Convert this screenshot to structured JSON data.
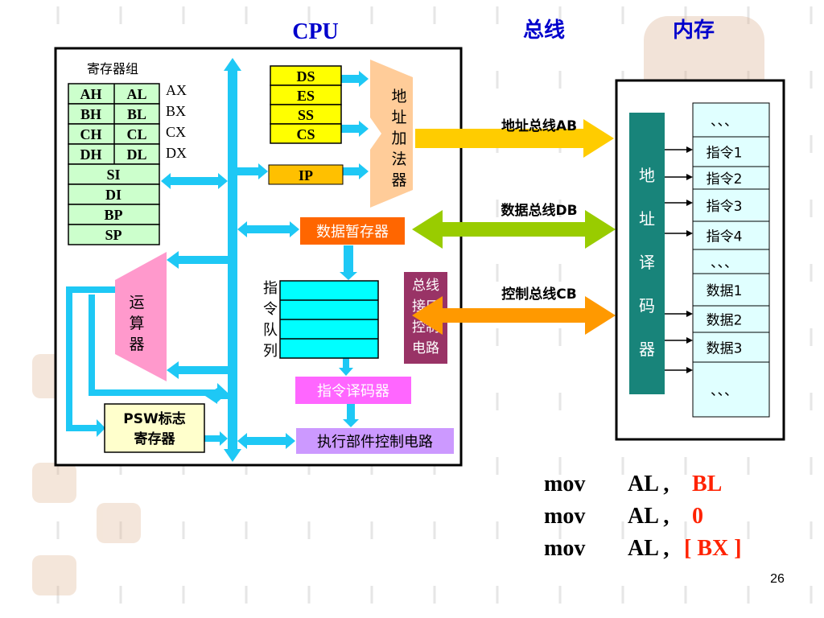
{
  "header": {
    "cpu": "CPU",
    "bus": "总线",
    "memory": "内存"
  },
  "registers": {
    "group_label": "寄存器组",
    "pairs": [
      [
        "AH",
        "AL"
      ],
      [
        "BH",
        "BL"
      ],
      [
        "CH",
        "CL"
      ],
      [
        "DH",
        "DL"
      ]
    ],
    "pair_names": [
      "AX",
      "BX",
      "CX",
      "DX"
    ],
    "singles": [
      "SI",
      "DI",
      "BP",
      "SP"
    ]
  },
  "segments": [
    "DS",
    "ES",
    "SS",
    "CS"
  ],
  "ip": "IP",
  "adder": [
    "地",
    "址",
    "加",
    "法",
    "器"
  ],
  "data_buffer": "数据暂存器",
  "queue_label": [
    "指",
    "令",
    "队",
    "列"
  ],
  "bus_interface": [
    "总线",
    "接口",
    "控制",
    "电路"
  ],
  "alu": [
    "运",
    "算",
    "器"
  ],
  "psw": [
    "PSW标志",
    "寄存器"
  ],
  "decoder": "指令译码器",
  "exec_control": "执行部件控制电路",
  "buses": {
    "address": "地址总线AB",
    "data": "数据总线DB",
    "control": "控制总线CB"
  },
  "memory": {
    "decoder": [
      "地",
      "址",
      "译",
      "码",
      "器"
    ],
    "cells": [
      "、、、",
      "指令1",
      "指令2",
      "指令3",
      "指令4",
      "、、、",
      "数据1",
      "数据2",
      "数据3",
      "、、、"
    ]
  },
  "code": {
    "lines": [
      {
        "op": "mov",
        "dst": "AL ,",
        "src": "BL"
      },
      {
        "op": "mov",
        "dst": "AL ,",
        "src": "0"
      },
      {
        "op": "mov",
        "dst": "AL ,",
        "src": "[ BX ]"
      }
    ]
  },
  "page_number": "26",
  "colors": {
    "bus_blue": "#1ec8f5",
    "reg_green": "#ccffcc",
    "seg_yellow": "#ffff00",
    "ip_orange": "#ffc000",
    "adder_peach": "#ffcc99",
    "data_buffer_orange": "#ff6600",
    "bus_interface_maroon": "#993366",
    "alu_pink": "#ff99cc",
    "psw_yellow": "#ffffcc",
    "decoder_magenta": "#ff66ff",
    "exec_purple": "#cc99ff",
    "queue_cyan": "#00ffff",
    "mem_teal": "#18847a",
    "mem_cell": "#e0ffff",
    "ab_yellow": "#ffcc00",
    "db_green": "#99cc00",
    "cb_orange": "#ff9900"
  }
}
